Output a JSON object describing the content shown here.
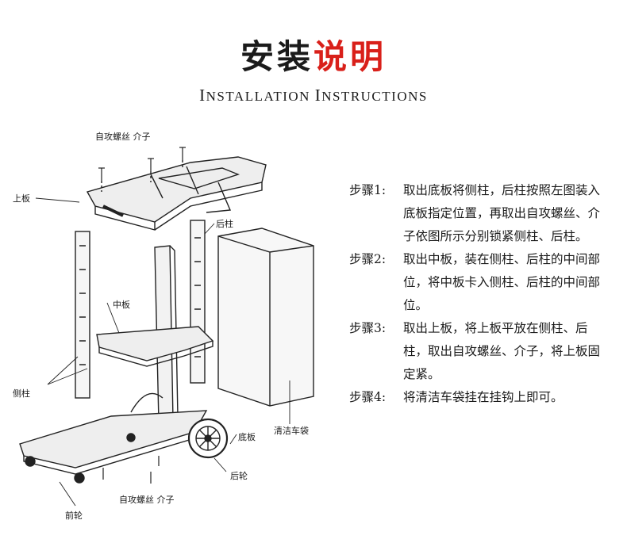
{
  "header": {
    "title_part1": "安装",
    "title_part2": "说明",
    "subtitle_first": "I",
    "subtitle_rest": "NSTALLATION ",
    "subtitle_first2": "I",
    "subtitle_rest2": "NSTRUCTIONS",
    "accent_color": "#d9201a"
  },
  "diagram": {
    "labels": {
      "screws_top": "自攻螺丝  介子",
      "top_board": "上板",
      "rear_post": "后柱",
      "middle_board": "中板",
      "side_post": "侧柱",
      "bottom_board": "底板",
      "cleaning_bag": "清洁车袋",
      "rear_wheel": "后轮",
      "screws_bottom": "自攻螺丝  介子",
      "front_wheel": "前轮"
    }
  },
  "steps": [
    {
      "label": "步骤1:",
      "text": "取出底板将侧柱，后柱按照左图装入底板指定位置，再取出自攻螺丝、介子依图所示分别锁紧侧柱、后柱。"
    },
    {
      "label": "步骤2:",
      "text": "取出中板，装在侧柱、后柱的中间部位，将中板卡入侧柱、后柱的中间部位。"
    },
    {
      "label": "步骤3:",
      "text": "取出上板，将上板平放在侧柱、后柱，取出自攻螺丝、介子，将上板固定紧。"
    },
    {
      "label": "步骤4:",
      "text": "将清洁车袋挂在挂钩上即可。"
    }
  ]
}
